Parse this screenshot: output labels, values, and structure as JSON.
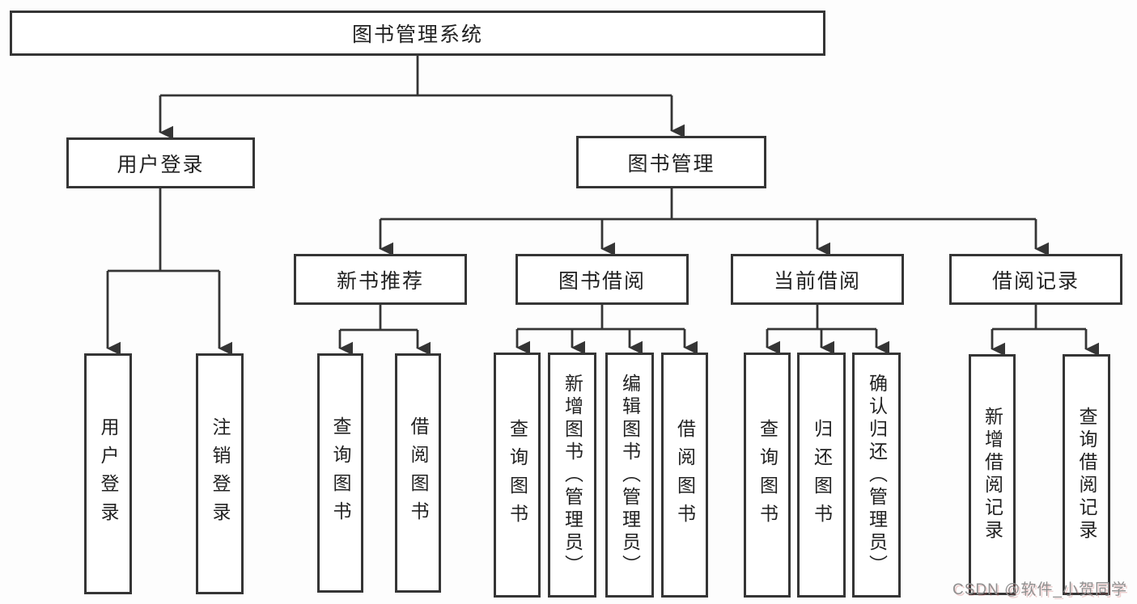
{
  "tree": {
    "root": {
      "label": "图书管理系统"
    },
    "level2": [
      {
        "label": "用户登录",
        "children": [
          {
            "label": "用户登录"
          },
          {
            "label": "注销登录"
          }
        ]
      },
      {
        "label": "图书管理",
        "children": [
          {
            "label": "新书推荐",
            "children": [
              {
                "label": "查询图书"
              },
              {
                "label": "借阅图书"
              }
            ]
          },
          {
            "label": "图书借阅",
            "children": [
              {
                "label": "查询图书"
              },
              {
                "label": "新增图书（管理员）"
              },
              {
                "label": "编辑图书（管理员）"
              },
              {
                "label": "借阅图书"
              }
            ]
          },
          {
            "label": "当前借阅",
            "children": [
              {
                "label": "查询图书"
              },
              {
                "label": "归还图书"
              },
              {
                "label": "确认归还（管理员）"
              }
            ]
          },
          {
            "label": "借阅记录",
            "children": [
              {
                "label": "新增借阅记录"
              },
              {
                "label": "查询借阅记录"
              }
            ]
          }
        ]
      }
    ]
  },
  "watermark": {
    "text": "CSDN @软件_小贺同学"
  },
  "colors": {
    "line": "#353535",
    "text": "#222222",
    "watermark": "#8f8f8f"
  }
}
